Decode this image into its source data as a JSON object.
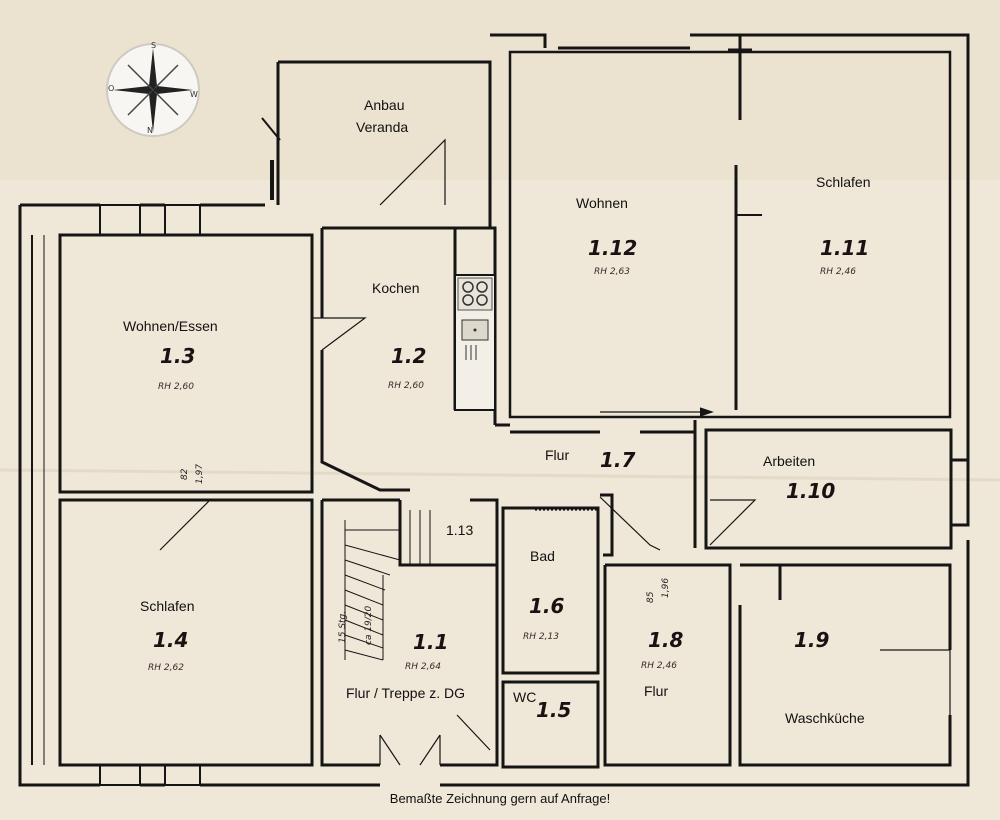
{
  "rooms": [
    {
      "id": "1.3",
      "name": "Wohnen/Essen",
      "rh": "RH 2,60"
    },
    {
      "id": "1.4",
      "name": "Schlafen",
      "rh": "RH 2,62"
    },
    {
      "id": "1.2",
      "name": "Kochen",
      "rh": "RH 2,60"
    },
    {
      "id": "1.12",
      "name": "Wohnen",
      "rh": "RH 2,63"
    },
    {
      "id": "1.11",
      "name": "Schlafen",
      "rh": "RH 2,46"
    },
    {
      "id": "1.7",
      "name": "Flur",
      "rh": ""
    },
    {
      "id": "1.10",
      "name": "Arbeiten",
      "rh": ""
    },
    {
      "id": "1.13",
      "name": "",
      "rh": ""
    },
    {
      "id": "1.6",
      "name": "Bad",
      "rh": "RH 2,13"
    },
    {
      "id": "1.1",
      "name": "Flur / Treppe z. DG",
      "rh": "RH 2,64"
    },
    {
      "id": "1.8",
      "name": "Flur",
      "rh": "RH 2,46"
    },
    {
      "id": "1.9",
      "name": "Waschküche",
      "rh": ""
    },
    {
      "id": "1.5",
      "name": "WC",
      "rh": ""
    }
  ],
  "annex": {
    "line1": "Anbau",
    "line2": "Veranda"
  },
  "dims": {
    "door1_a": "82",
    "door1_b": "1,97",
    "door2_a": "85",
    "door2_b": "1,96",
    "stairs_a": "15 Stg.",
    "stairs_b": "ca 19/20"
  },
  "compass": {
    "n": "N",
    "s": "S",
    "o": "O",
    "w": "W"
  },
  "footer": "Bemaßte Zeichnung gern auf Anfrage!",
  "colors": {
    "paper": "#efe7d8",
    "wall": "#151515"
  }
}
